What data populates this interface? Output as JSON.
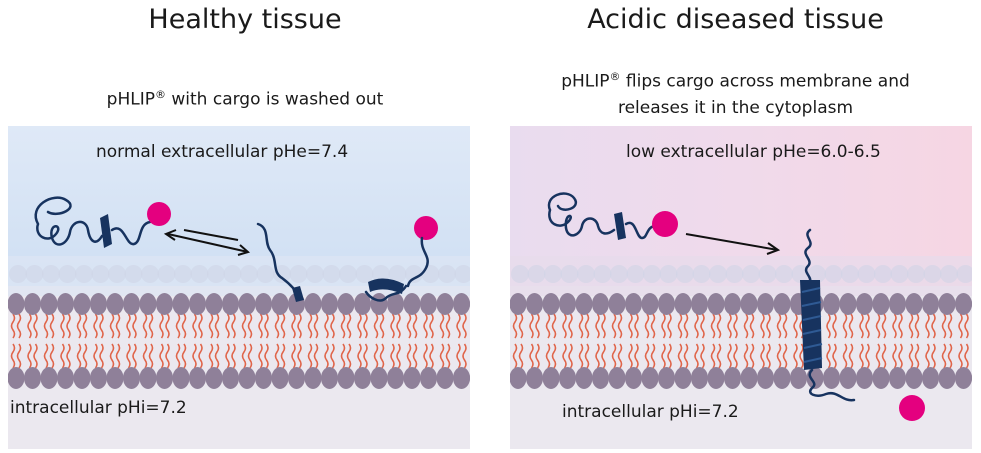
{
  "healthy": {
    "title": "Healthy tissue",
    "subtitle_prefix": "pHLIP",
    "subtitle_mark": "®",
    "subtitle_rest": " with cargo is washed out",
    "extracellular_label": "normal extracellular pHe=7.4",
    "intracellular_label": "intracellular pHi=7.2"
  },
  "acidic": {
    "title": "Acidic diseased tissue",
    "subtitle_prefix": "pHLIP",
    "subtitle_mark": "®",
    "subtitle_rest": " flips cargo across membrane and",
    "subtitle_line2": "releases it in the cytoplasm",
    "extracellular_label": "low extracellular pHe=6.0-6.5",
    "intracellular_label": "intracellular pHi=7.2"
  },
  "colors": {
    "cargo": "#e4007f",
    "peptide": "#17335f",
    "lipid_head": "#8f8099",
    "lipid_tail": "#e0654a",
    "healthy_extracellular": "#d8e6f7",
    "acidic_extracellular": "#f1dcec",
    "cytoplasm": "#ebe7ef"
  }
}
